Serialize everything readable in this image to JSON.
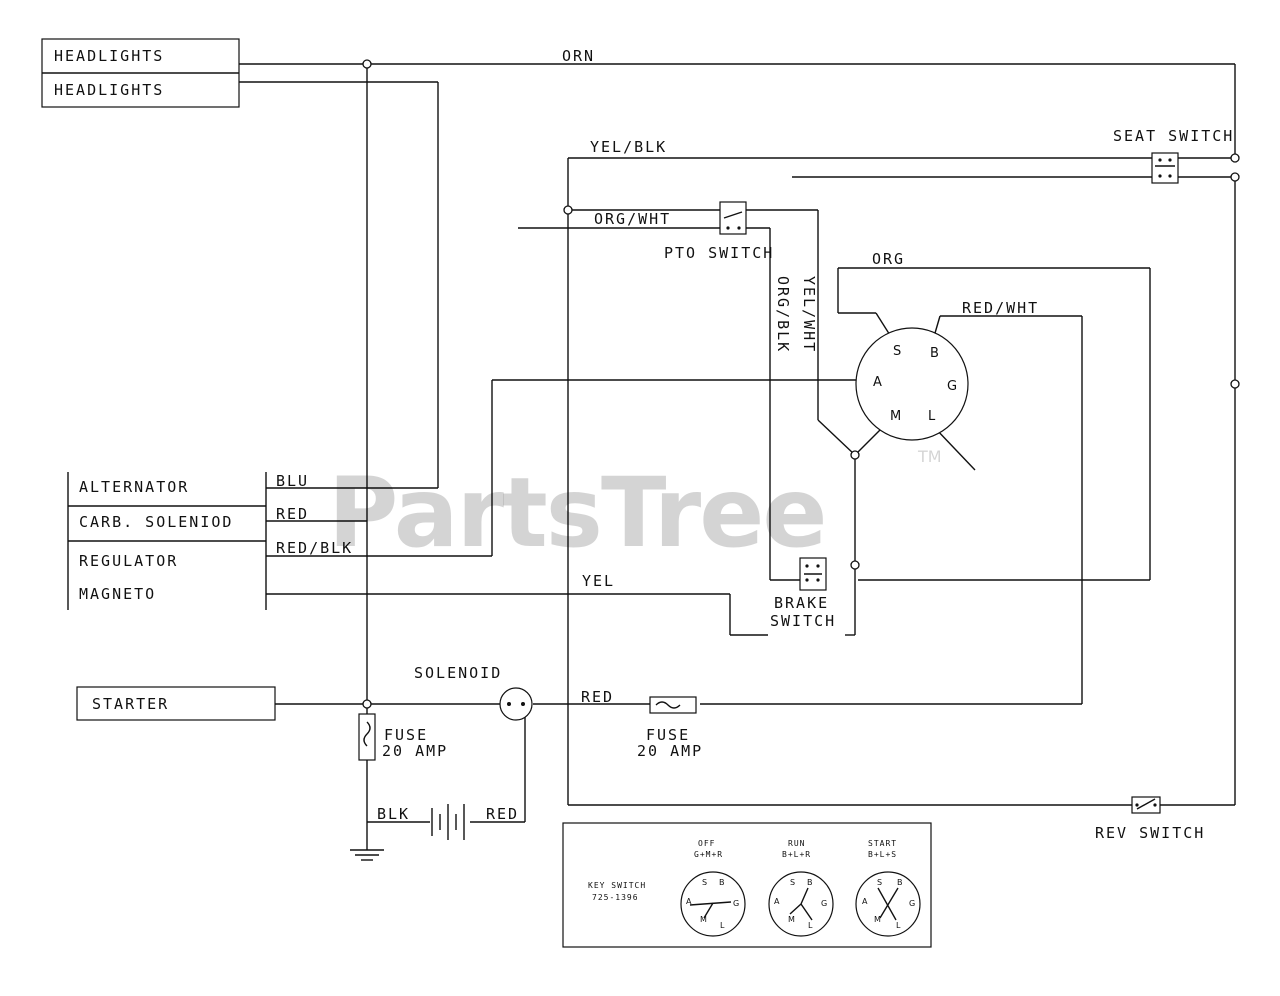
{
  "components": {
    "headlights_1": "HEADLIGHTS",
    "headlights_2": "HEADLIGHTS",
    "alternator": "ALTERNATOR",
    "carb_solenoid": "CARB. SOLENIOD",
    "regulator": "REGULATOR",
    "magneto": "MAGNETO",
    "starter": "STARTER",
    "solenoid": "SOLENOID",
    "seat_switch": "SEAT SWITCH",
    "pto_switch": "PTO SWITCH",
    "brake_switch_1": "BRAKE",
    "brake_switch_2": "SWITCH",
    "rev_switch": "REV SWITCH",
    "fuse_left_1": "FUSE",
    "fuse_left_2": "20 AMP",
    "fuse_right_1": "FUSE",
    "fuse_right_2": "20 AMP"
  },
  "wire_labels": {
    "orn": "ORN",
    "yel_blk": "YEL/BLK",
    "org_wht": "ORG/WHT",
    "org": "ORG",
    "red_wht": "RED/WHT",
    "yel_wht": "YEL/WHT",
    "org_blk": "ORG/BLK",
    "blu": "BLU",
    "red_carb": "RED",
    "red_blk": "RED/BLK",
    "yel": "YEL",
    "red_solenoid": "RED",
    "blk_battery": "BLK",
    "red_battery": "RED"
  },
  "ignition_switch_terminals": {
    "s": "S",
    "b": "B",
    "a": "A",
    "g": "G",
    "m": "M",
    "l": "L"
  },
  "key_switch_legend": {
    "title_1": "KEY SWITCH",
    "title_2": "725-1396",
    "positions": [
      {
        "name": "OFF",
        "combo": "G+M+R",
        "terminals": [
          "S",
          "B",
          "A",
          "G",
          "M",
          "L"
        ]
      },
      {
        "name": "RUN",
        "combo": "B+L+R",
        "terminals": [
          "S",
          "B",
          "A",
          "G",
          "M",
          "L"
        ]
      },
      {
        "name": "START",
        "combo": "B+L+S",
        "terminals": [
          "S",
          "B",
          "A",
          "G",
          "M",
          "L"
        ]
      }
    ]
  },
  "watermark": {
    "text": "PartsTree",
    "mark": "TM"
  }
}
